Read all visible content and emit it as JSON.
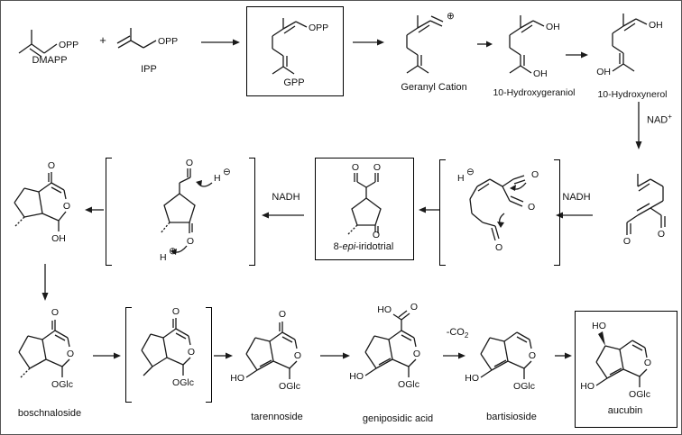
{
  "row1": {
    "dmapp": {
      "name": "DMAPP",
      "opp": "OPP"
    },
    "plus": "+",
    "ipp": {
      "name": "IPP",
      "opp": "OPP"
    },
    "gpp": {
      "name": "GPP",
      "opp": "OPP"
    },
    "geranyl_cation": {
      "name": "Geranyl Cation",
      "charge": "⊕"
    },
    "hydroxygeraniol": {
      "name": "10-Hydroxygeraniol",
      "oh_top": "OH",
      "oh_bottom": "OH"
    },
    "hydroxynerol": {
      "name": "10-Hydroxynerol",
      "oh_top": "OH",
      "oh_bottom": "OH"
    },
    "nad": {
      "base": "NAD",
      "sup": "+"
    }
  },
  "row2": {
    "oxogeranial": {
      "o1": "O",
      "o2": "O"
    },
    "nadh_right": "NADH",
    "nadh_left": "NADH",
    "cyclization": {
      "h": "H",
      "charge": "⊖",
      "o1": "O",
      "o2": "O",
      "o3": "O"
    },
    "iridotrial": {
      "o1": "O",
      "o2": "O",
      "o3": "O",
      "label_pre": "8-",
      "label_epi": "epi",
      "label_post": "-iridotrial"
    },
    "reduction": {
      "h_minus": "H",
      "minus": "⊖",
      "o1": "O",
      "o2": "O",
      "h_plus": "H",
      "plus": "⊕"
    },
    "lactol": {
      "o_cho": "O",
      "o_ring": "O",
      "oh": "OH"
    }
  },
  "row3": {
    "boschnaloside": {
      "name": "boschnaloside",
      "o_cho": "O",
      "o_ring": "O",
      "oglc": "OGlc"
    },
    "intermediate": {
      "o_cho": "O",
      "o_ring": "O",
      "oglc": "OGlc"
    },
    "tarennoside": {
      "name": "tarennoside",
      "o_cho": "O",
      "o_ring": "O",
      "ho": "HO",
      "oglc": "OGlc"
    },
    "geniposidic_acid": {
      "name": "geniposidic acid",
      "ho_acid": "HO",
      "o_acid": "O",
      "o_ring": "O",
      "ho": "HO",
      "oglc": "OGlc"
    },
    "co2": {
      "base": "-CO",
      "sub": "2"
    },
    "bartisioside": {
      "name": "bartisioside",
      "o_ring": "O",
      "ho": "HO",
      "oglc": "OGlc"
    },
    "aucubin": {
      "name": "aucubin",
      "ho_top": "HO",
      "o_ring": "O",
      "ho": "HO",
      "oglc": "OGlc"
    }
  }
}
